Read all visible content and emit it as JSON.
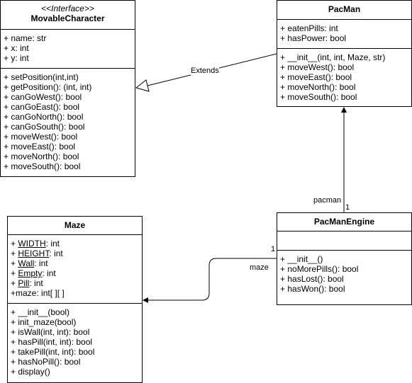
{
  "classes": {
    "movable": {
      "stereotype": "<<Interface>>",
      "name": "MovableCharacter",
      "attributes": [
        "+ name: str",
        "+ x: int",
        "+ y: int"
      ],
      "methods": [
        "+ setPosition(int,int)",
        "+ getPosition(): (int, int)",
        "+ canGoWest(): bool",
        "+ canGoEast(): bool",
        "+ canGoNorth(): bool",
        "+ canGoSouth(): bool",
        "+ moveWest(): bool",
        "+ moveEast(): bool",
        "+ moveNorth(): bool",
        "+ moveSouth(): bool"
      ]
    },
    "pacman": {
      "name": "PacMan",
      "attributes": [
        "+ eatenPills: int",
        "+ hasPower: bool"
      ],
      "methods": [
        "+ __init__(int, int, Maze, str)",
        "+ moveWest(): bool",
        "+ moveEast(): bool",
        "+ moveNorth(): bool",
        "+ moveSouth(): bool"
      ]
    },
    "maze": {
      "name": "Maze",
      "attributes": [
        {
          "prefix": "+ ",
          "name": "WIDTH",
          "type": ": int",
          "static": true
        },
        {
          "prefix": "+ ",
          "name": "HEIGHT",
          "type": ": int",
          "static": true
        },
        {
          "prefix": "+ ",
          "name": "Wall",
          "type": ": int",
          "static": true
        },
        {
          "prefix": "+ ",
          "name": "Empty",
          "type": ": int",
          "static": true
        },
        {
          "prefix": "+ ",
          "name": "Pill",
          "type": ": int",
          "static": true
        },
        {
          "prefix": "+",
          "name": "maze",
          "type": ": int[ ][ ]",
          "static": false
        }
      ],
      "methods": [
        "+ __init__(bool)",
        "+ init_maze(bool)",
        "+ isWall(int, int): bool",
        "+ hasPill(int, int): bool",
        "+ takePill(int, int): bool",
        "+ hasNoPill(): bool",
        "+ display()"
      ]
    },
    "engine": {
      "name": "PacManEngine",
      "attributes": [],
      "methods": [
        "+ __init__()",
        "+ noMorePills(): bool",
        "+ hasLost(): bool",
        "+ hasWon(): bool"
      ]
    }
  },
  "relations": {
    "extends_label": "Extends",
    "pacman_role": "pacman",
    "pacman_mult": "1",
    "maze_role": "maze",
    "maze_mult": "1"
  }
}
